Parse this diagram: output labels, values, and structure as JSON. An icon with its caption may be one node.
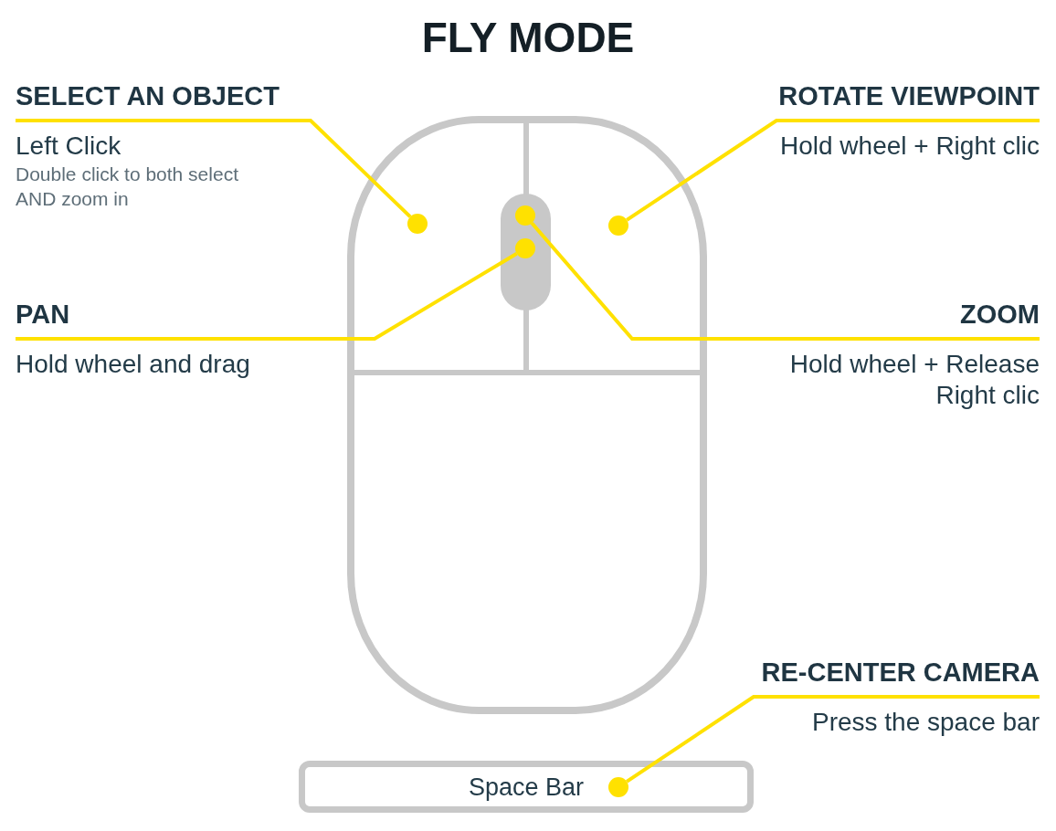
{
  "diagram": {
    "title": "FLY MODE",
    "nodes": [
      {
        "text": [
          "SELECT AN OBJECT",
          "Left Click",
          "Double click to both select AND zoom in"
        ]
      },
      {
        "text": [
          "ROTATE VIEWPOINT",
          "Hold wheel + Right clic"
        ]
      },
      {
        "text": [],
        "shape": "circle"
      },
      {
        "text": [],
        "shape": "circle"
      },
      {
        "text": [],
        "shape": "circle"
      },
      {
        "text": [],
        "shape": "circle"
      },
      {
        "text": [
          "PAN",
          "Hold wheel and drag"
        ]
      },
      {
        "text": [
          "ZOOM",
          "Hold wheel + Release Right clic"
        ]
      },
      {
        "text": [
          "RE-CENTER CAMERA",
          "Press the space bar"
        ]
      },
      {
        "text": [
          "Space Bar"
        ]
      },
      {
        "text": [],
        "shape": "circle",
        "in": 9
      }
    ],
    "edges": [
      {
        "from": 0,
        "to": 2,
        "arrow": "none"
      },
      {
        "from": 1,
        "to": 4,
        "arrow": "none"
      },
      {
        "from": 6,
        "to": 5,
        "arrow": "none"
      },
      {
        "from": 7,
        "to": 3,
        "arrow": "none"
      },
      {
        "from": 8,
        "to": 10,
        "arrow": "none"
      }
    ]
  }
}
